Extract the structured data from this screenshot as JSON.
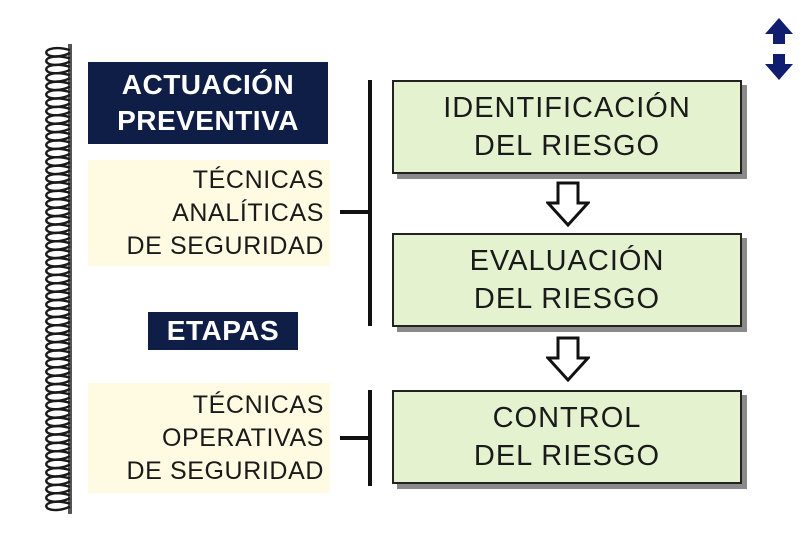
{
  "header": {
    "actuacion_line1": "ACTUACIÓN",
    "actuacion_line2": "PREVENTIVA",
    "etapas": "ETAPAS"
  },
  "techniques": {
    "analiticas": [
      "TÉCNICAS",
      "ANALÍTICAS",
      "DE SEGURIDAD"
    ],
    "operativas": [
      "TÉCNICAS",
      "OPERATIVAS",
      "DE SEGURIDAD"
    ]
  },
  "stages": [
    {
      "line1": "IDENTIFICACIÓN",
      "line2": "DEL RIESGO"
    },
    {
      "line1": "EVALUACIÓN",
      "line2": "DEL RIESGO"
    },
    {
      "line1": "CONTROL",
      "line2": "DEL RIESGO"
    }
  ],
  "colors": {
    "dark_box": "#0f1e46",
    "pale_yellow": "#fefbe2",
    "stage_green": "#e4f2cf",
    "nav_icon": "#0f1e6e"
  },
  "icons": {
    "spiral": "notebook-spiral-binding",
    "nav": "up-down-arrow-icon",
    "flow": "down-arrow-icon"
  }
}
